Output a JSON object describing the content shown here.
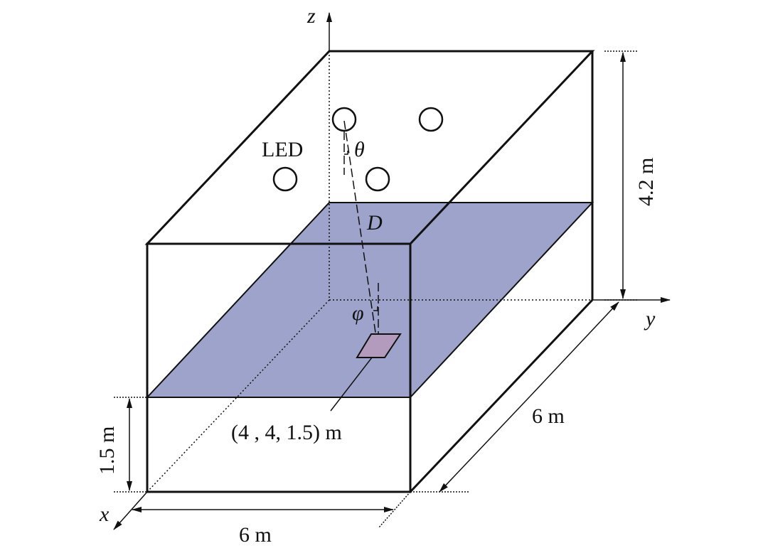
{
  "axes": {
    "x": "x",
    "y": "y",
    "z": "z"
  },
  "labels": {
    "led": "LED",
    "theta": "θ",
    "phi": "φ",
    "distance": "D",
    "receiver_position": "(4 ,  4,  1.5) m",
    "height": "4.2 m",
    "receiver_height": "1.5 m",
    "width": "6 m",
    "length": "6 m"
  },
  "colors": {
    "plane": "#9da3cb",
    "receiver": "#b39bbd",
    "line": "#111111"
  }
}
